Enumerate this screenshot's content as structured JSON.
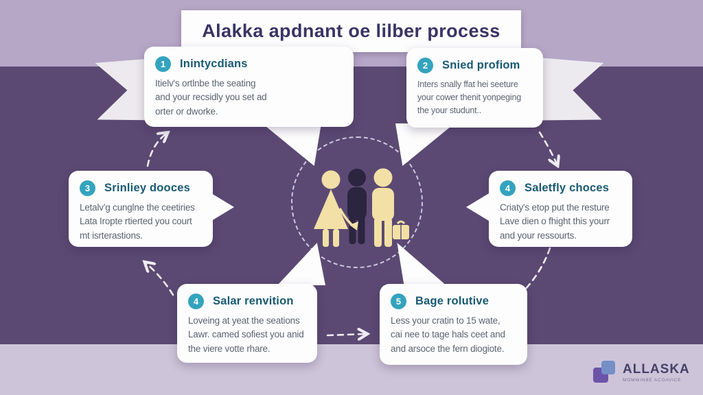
{
  "title": "Alakka apdnant oe lilber process",
  "steps": [
    {
      "number": "1",
      "title": "Inintycdians",
      "body": "Itielv's ortlnbe the seating\nand your recsidly you set ad\norter or dworke."
    },
    {
      "number": "2",
      "title": "Snied profiom",
      "body": "Inters snally ffat hei seeture\nyour cower thenit yonpeging\nthe your studunt.."
    },
    {
      "number": "3",
      "title": "Srinliey dooces",
      "body": "Letalv'g cunglne the ceetiries\nLata Iropte rtierted you court\nmt isrterastions."
    },
    {
      "number": "4",
      "title": "Saletfly choces",
      "body": "Criaty's etop put the resture\nLave dien o fhight this yourr\nand your ressourts."
    },
    {
      "number": "4",
      "title": "Salar renvition",
      "body": "Loveing at yeat the seations\nLawr. camed sofiest you anid\nthe viere votte rhare."
    },
    {
      "number": "5",
      "title": "Bage rolutive",
      "body": "Less your cratin to 15 wate,\ncai nee to tage hals ceet and\nand arsoce the fern diogiote."
    }
  ],
  "logo": {
    "name": "ALLASKA",
    "tagline": "MOMWINBE ACOAVICE"
  },
  "colors": {
    "background_dark": "#5b4973",
    "band_top": "#b7a7c7",
    "band_bottom": "#cec4d9",
    "badge_teal": "#34a3bd",
    "title_text": "#3a3464",
    "step_title_text": "#175a72",
    "body_text": "#5c6370",
    "figure_cream": "#f2e0a6",
    "figure_dark": "#2b2540",
    "logo_purple": "#6b54a8",
    "logo_blue": "#7490c7"
  }
}
